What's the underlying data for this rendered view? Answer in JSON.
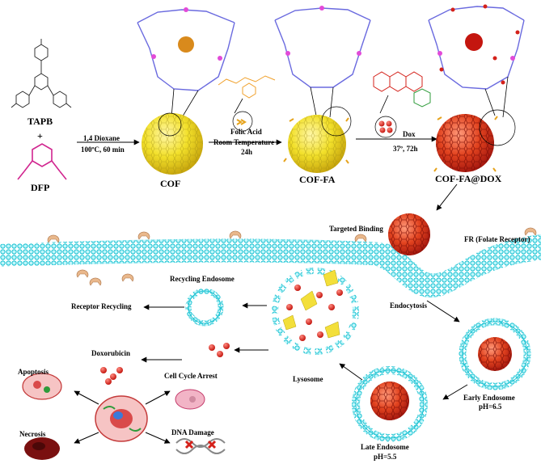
{
  "reactants": {
    "tapb": "TAPB",
    "plus": "+",
    "dfp": "DFP"
  },
  "steps": {
    "step1_line1": "1,4 Dioxane",
    "step1_line2": "100ºC, 60 min",
    "step2_line1": "Folic Acid",
    "step2_line2": "Room Temperature",
    "step2_line3": "24h",
    "step3_line1": "Dox",
    "step3_line2": "37º, 72h"
  },
  "products": {
    "cof": "COF",
    "cof_fa": "COF-FA",
    "cof_fa_dox": "COF-FA@DOX"
  },
  "cell_pathway": {
    "targeted_binding": "Targeted Binding",
    "fr": "FR (Folate Receptor)",
    "endocytosis": "Endocytosis",
    "early_endosome": "Early Endosome",
    "early_ph": "pH=6.5",
    "late_endosome": "Late Endosome",
    "late_ph": "pH=5.5",
    "lysosome": "Lysosome",
    "recycling_endosome": "Recycling Endosome",
    "receptor_recycling": "Receptor Recycling",
    "doxorubicin": "Doxorubicin",
    "cell_cycle_arrest": "Cell Cycle Arrest",
    "apoptosis": "Apoptosis",
    "necrosis": "Necrosis",
    "dna_damage": "DNA Damage"
  },
  "colors": {
    "cof_yellow": "#f2e02a",
    "framework_blue": "#6a6adf",
    "framework_pink": "#e24ad8",
    "dox_red": "#d4211a",
    "membrane_cyan": "#39d0de",
    "receptor_tan": "#e9b88c",
    "folate_orange": "#f0a02a"
  }
}
